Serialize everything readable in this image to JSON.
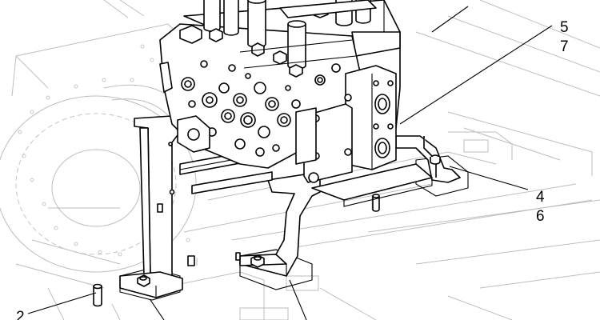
{
  "callouts": {
    "c5": "5",
    "c7": "7",
    "c4": "4",
    "c6": "6",
    "c2": "2"
  },
  "colors": {
    "line": "#000000",
    "background_line": "#bdbdbd"
  }
}
